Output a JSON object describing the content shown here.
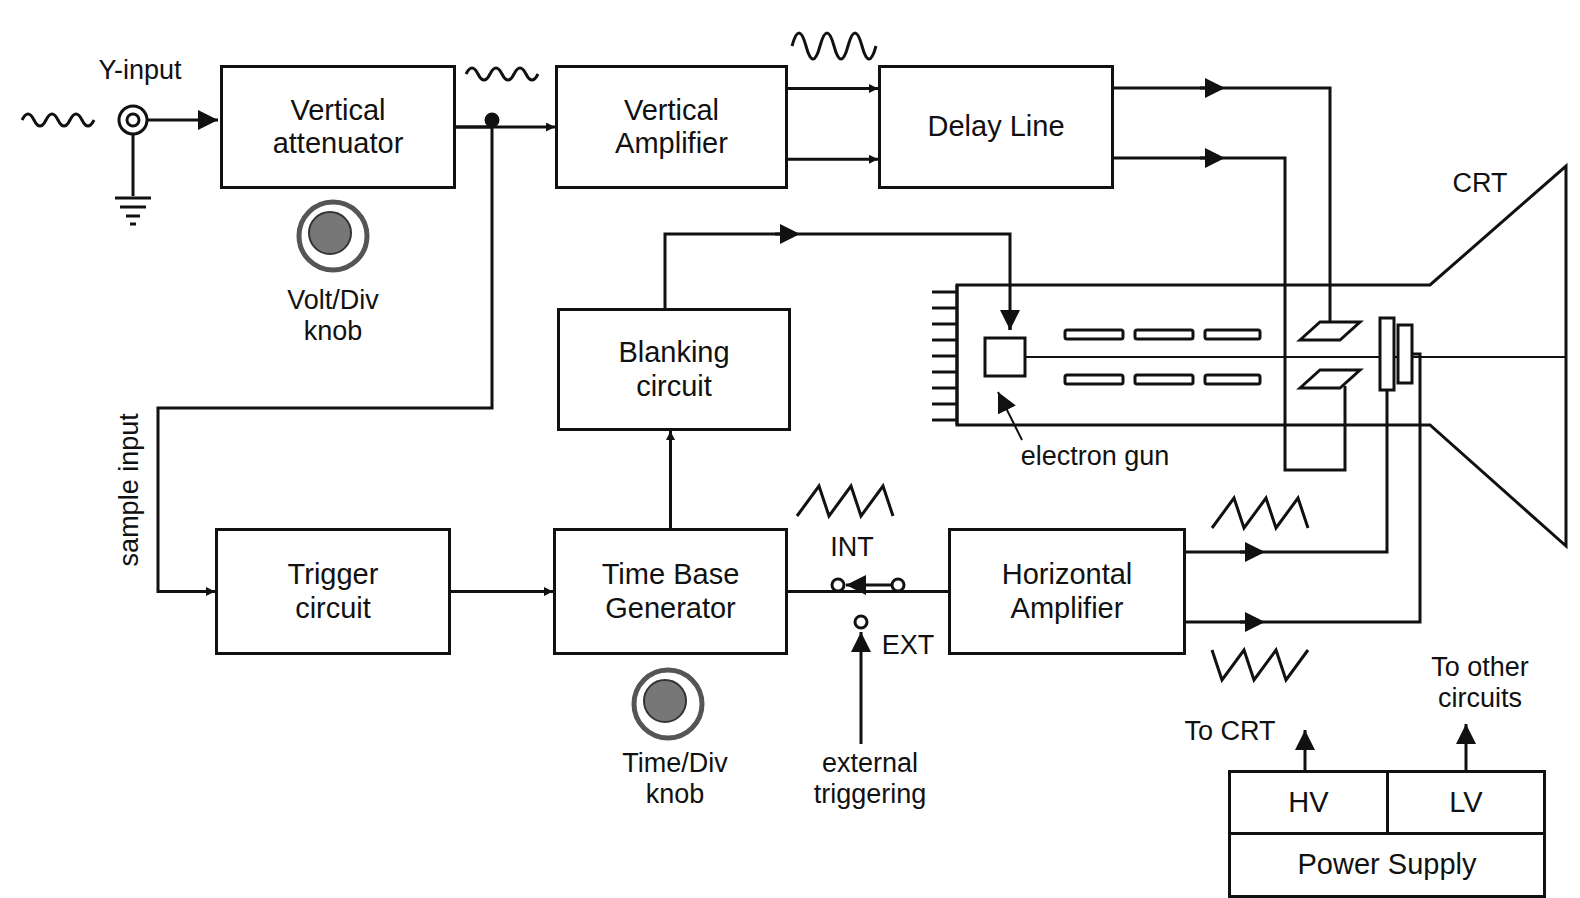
{
  "diagram": {
    "nodes": [
      {
        "text": [
          "Vertical attenuator"
        ]
      },
      {
        "text": [
          "Vertical Amplifier"
        ]
      },
      {
        "text": [
          "Delay Line"
        ]
      },
      {
        "text": [
          "Blanking circuit"
        ]
      },
      {
        "text": [
          "Trigger circuit"
        ]
      },
      {
        "text": [
          "Time Base Generator"
        ]
      },
      {
        "text": [
          "Horizontal Amplifier"
        ]
      },
      {
        "text": [
          "Power Supply"
        ]
      },
      {
        "text": [
          "HV"
        ],
        "in": 7
      },
      {
        "text": [
          "LV"
        ],
        "in": 7
      }
    ],
    "edges": [
      {
        "from": 0,
        "to": 1,
        "arrow": "to"
      },
      {
        "from": 1,
        "to": 2,
        "arrow": "to"
      },
      {
        "from": 1,
        "to": 2,
        "arrow": "to"
      },
      {
        "from": 0,
        "to": 4,
        "label": "sample input",
        "arrow": "to"
      },
      {
        "from": 4,
        "to": 5,
        "arrow": "to"
      },
      {
        "from": 5,
        "to": 3,
        "arrow": "to"
      },
      {
        "from": 5,
        "to": 6,
        "arrow": "none"
      }
    ],
    "labels": [
      "Y-input",
      "Volt/Div knob",
      "CRT",
      "electron gun",
      "INT",
      "EXT",
      "Time/Div knob",
      "external triggering",
      "To CRT",
      "To other circuits"
    ]
  }
}
